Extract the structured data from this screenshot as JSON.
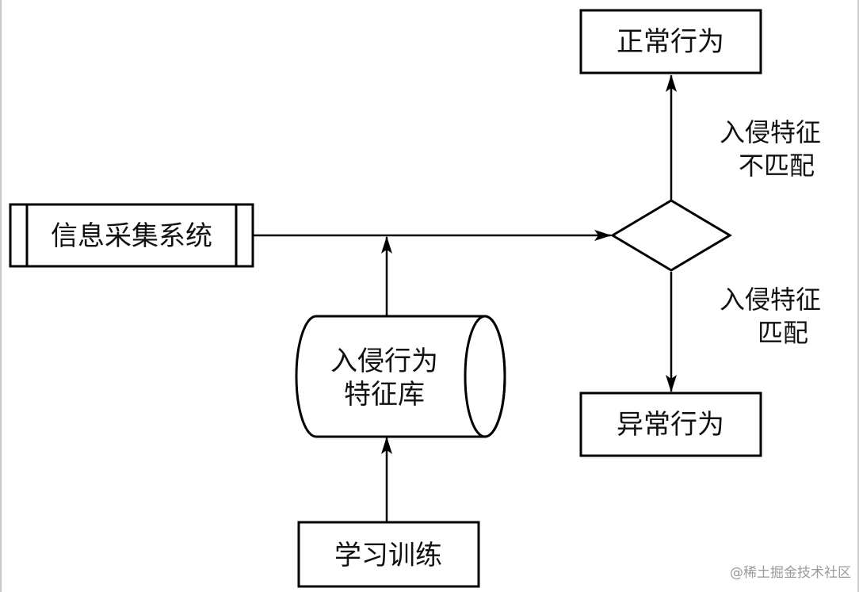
{
  "nodes": {
    "info_collection": "信息采集系统",
    "signature_db_line1": "入侵行为",
    "signature_db_line2": "特征库",
    "learning_training": "学习训练",
    "normal_behavior": "正常行为",
    "abnormal_behavior": "异常行为"
  },
  "edges": {
    "no_match_line1": "入侵特征",
    "no_match_line2": "不匹配",
    "match_line1": "入侵特征",
    "match_line2": "匹配"
  },
  "watermark": "@稀土掘金技术社区",
  "colors": {
    "stroke": "#000000",
    "text": "#111111",
    "watermark": "#9a9a9a"
  }
}
